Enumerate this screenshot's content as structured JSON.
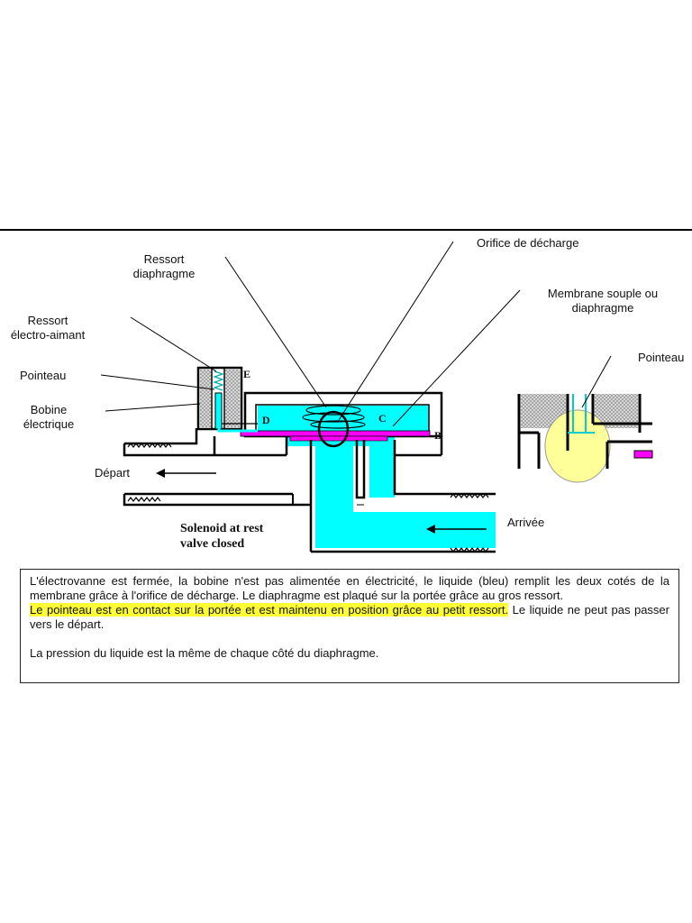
{
  "labels": {
    "ressort_diaphragme": [
      "Ressort",
      "diaphragme"
    ],
    "orifice": "Orifice de décharge",
    "membrane": [
      "Membrane souple ou",
      "diaphragme"
    ],
    "ressort_electro": [
      "Ressort",
      "électro-aimant"
    ],
    "pointeau_left": "Pointeau",
    "bobine": [
      "Bobine",
      "électrique"
    ],
    "pointeau_right": "Pointeau",
    "depart": "Départ",
    "arrivee": "Arrivée",
    "letter_e": "E",
    "letter_d": "D",
    "letter_c": "C",
    "letter_b": "B",
    "caption": [
      "Solenoid at rest",
      "valve closed"
    ]
  },
  "description": {
    "line1": "L'électrovanne est fermée, la bobine n'est pas alimentée en électricité, le liquide (bleu) remplit les deux cotés de la membrane grâce à l'orifice de décharge. Le diaphragme est plaqué sur la portée grâce au gros ressort.",
    "highlight": "Le pointeau est en contact sur la portée et est maintenu en position grâce au petit ressort.",
    "line2_rest": " Le liquide ne peut pas passer vers le départ.",
    "line3": "La pression du liquide est la même de chaque côté du diaphragme."
  },
  "colors": {
    "liquid": "#00ffff",
    "membrane": "#ff00ff",
    "coil": "#c0c0c0",
    "highlight": "#ffff33",
    "zoom": "#ffff99"
  }
}
